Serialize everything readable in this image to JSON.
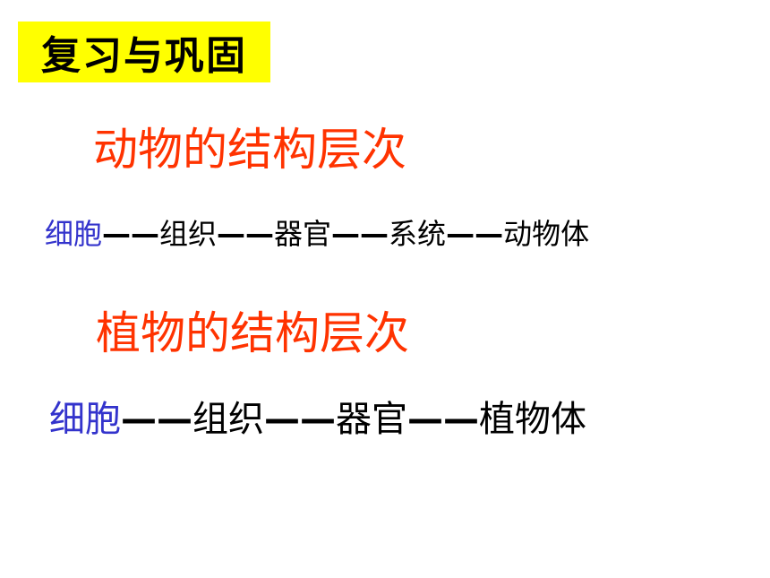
{
  "review_label": "复习与巩固",
  "animal": {
    "heading": "动物的结构层次",
    "chain": [
      "细胞",
      "组织",
      "器官",
      "系统",
      "动物体"
    ]
  },
  "plant": {
    "heading": "植物的结构层次",
    "chain": [
      "细胞",
      "组织",
      "器官",
      "植物体"
    ]
  },
  "separator": "——",
  "colors": {
    "badge_bg": "#ffff00",
    "heading": "#ff3300",
    "first_term": "#3333cc",
    "text": "#000000"
  }
}
